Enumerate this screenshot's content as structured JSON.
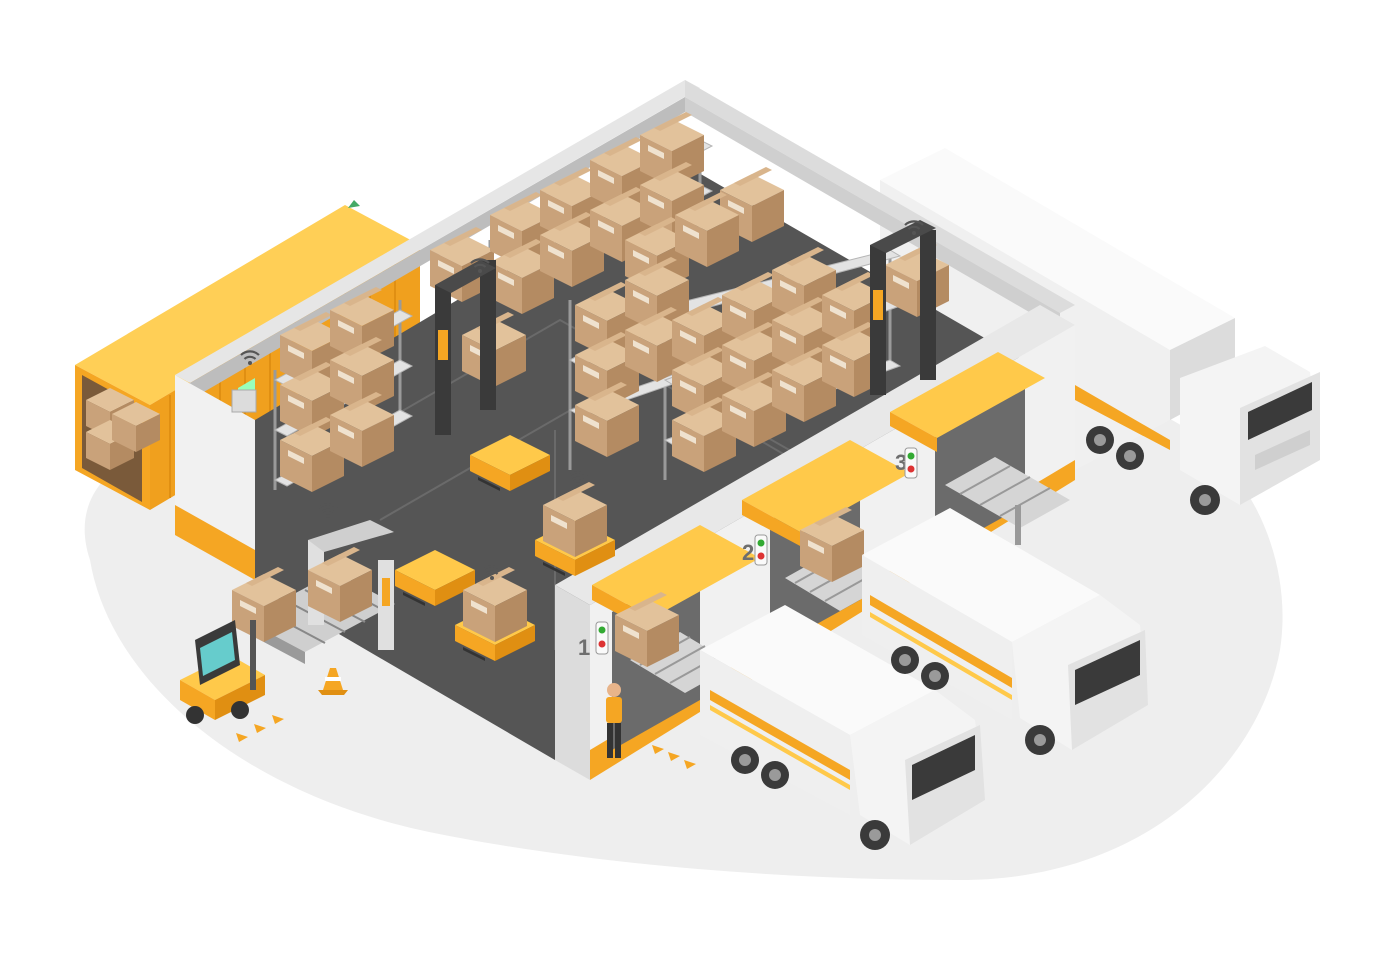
{
  "docks": [
    {
      "number": "1"
    },
    {
      "number": "2"
    },
    {
      "number": "3"
    }
  ],
  "colors": {
    "accent": "#f5a623",
    "accent_light": "#ffc94a",
    "floor": "#555555",
    "wall": "#ececec",
    "box": "#c9a27a",
    "truck": "#f2f2f2",
    "ground": "#eeeeee"
  },
  "icons": [
    "wifi-icon",
    "traffic-light-icon",
    "arrow-marker-icon",
    "traffic-cone-icon",
    "forklift-icon",
    "agv-robot-icon",
    "worker-icon"
  ]
}
